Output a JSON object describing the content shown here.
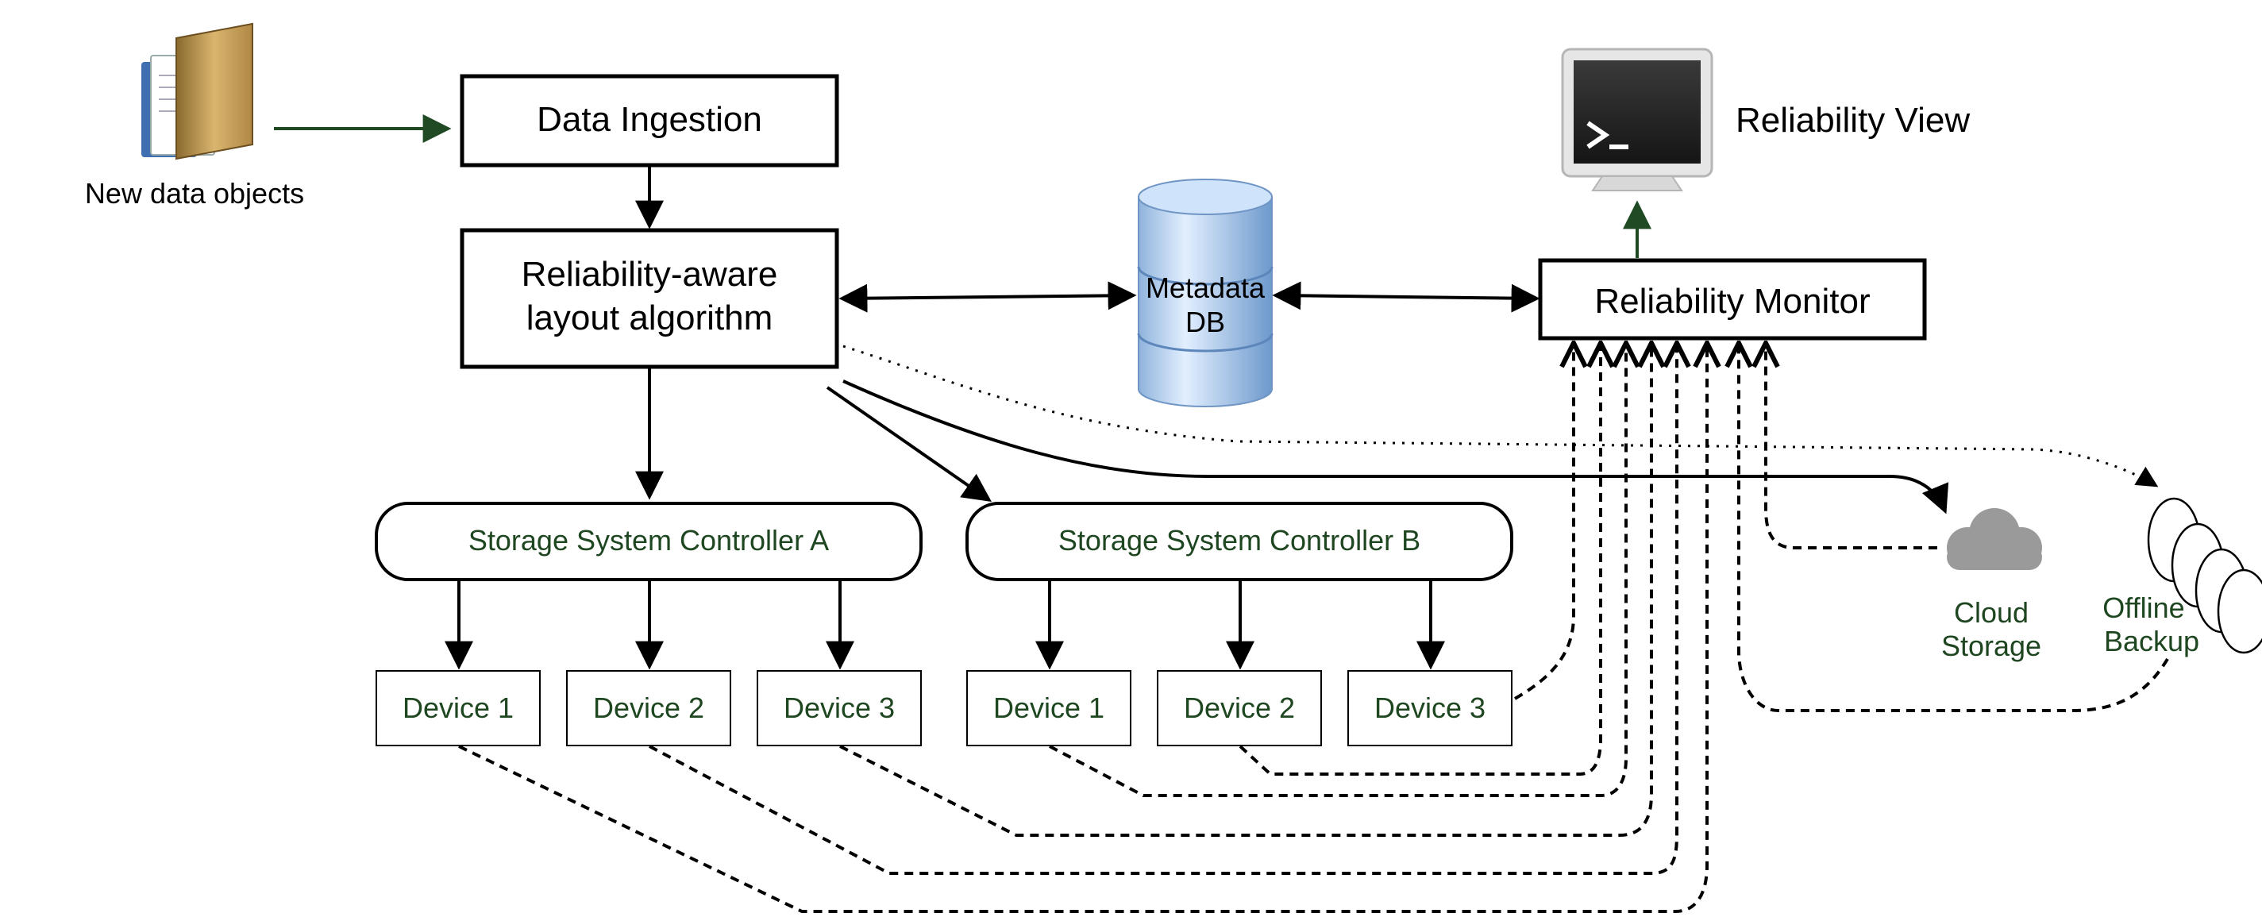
{
  "source": {
    "label": "New data objects",
    "icon": "folder-icon"
  },
  "ingestion": {
    "label": "Data Ingestion"
  },
  "layout": {
    "line1": "Reliability-aware",
    "line2": "layout algorithm"
  },
  "metadata": {
    "line1": "Metadata",
    "line2": "DB",
    "icon": "database-icon"
  },
  "monitor": {
    "label": "Reliability Monitor"
  },
  "view": {
    "label": "Reliability View",
    "icon": "terminal-monitor-icon"
  },
  "controllers": [
    {
      "label": "Storage System Controller A"
    },
    {
      "label": "Storage System Controller B"
    }
  ],
  "devices_a": [
    {
      "label": "Device 1"
    },
    {
      "label": "Device 2"
    },
    {
      "label": "Device 3"
    }
  ],
  "devices_b": [
    {
      "label": "Device 1"
    },
    {
      "label": "Device 2"
    },
    {
      "label": "Device 3"
    }
  ],
  "cloud": {
    "line1": "Cloud",
    "line2": "Storage",
    "icon": "cloud-icon"
  },
  "backup": {
    "line1": "Offline",
    "line2": "Backup",
    "icon": "tape-reels-icon"
  },
  "colors": {
    "ink": "#000000",
    "green_text": "#1e4620",
    "arrow_green": "#1f4a24",
    "cloud": "#9a9a9a"
  }
}
